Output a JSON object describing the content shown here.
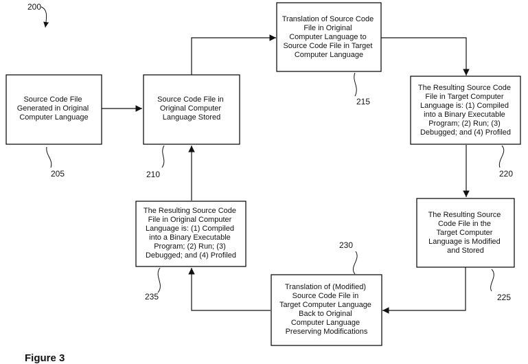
{
  "figure": {
    "number": "200",
    "caption": "Figure 3"
  },
  "nodes": [
    {
      "id": "205",
      "ref": "205",
      "lines": [
        "Source Code File",
        "Generated in Original",
        "Computer Language"
      ]
    },
    {
      "id": "210",
      "ref": "210",
      "lines": [
        "Source Code File in",
        "Original Computer",
        "Language Stored"
      ]
    },
    {
      "id": "215",
      "ref": "215",
      "lines": [
        "Translation of Source Code",
        "File in Original",
        "Computer Language to",
        "Source Code File in Target",
        "Computer Language"
      ]
    },
    {
      "id": "220",
      "ref": "220",
      "lines": [
        "The Resulting Source Code",
        "File in Target Computer",
        "Language is: (1) Compiled",
        "into a Binary Executable",
        "Program; (2) Run; (3)",
        "Debugged; and (4) Profiled"
      ]
    },
    {
      "id": "225",
      "ref": "225",
      "lines": [
        "The Resulting Source",
        "Code File in the",
        "Target Computer",
        "Language is Modified",
        "and Stored"
      ]
    },
    {
      "id": "230",
      "ref": "230",
      "lines": [
        "Translation of (Modified)",
        "Source Code File in",
        "Target Computer Language",
        "Back to Original",
        "Computer Language",
        "Preserving Modifications"
      ]
    },
    {
      "id": "235",
      "ref": "235",
      "lines": [
        "The Resulting Source Code",
        "File in Original Computer",
        "Language is: (1) Compiled",
        "into a Binary Executable",
        "Program; (2) Run; (3)",
        "Debugged; and (4) Profiled"
      ]
    }
  ],
  "edges": [
    {
      "from": "205",
      "to": "210"
    },
    {
      "from": "210",
      "to": "215"
    },
    {
      "from": "215",
      "to": "220"
    },
    {
      "from": "220",
      "to": "225"
    },
    {
      "from": "225",
      "to": "230"
    },
    {
      "from": "230",
      "to": "235"
    },
    {
      "from": "235",
      "to": "210"
    }
  ]
}
